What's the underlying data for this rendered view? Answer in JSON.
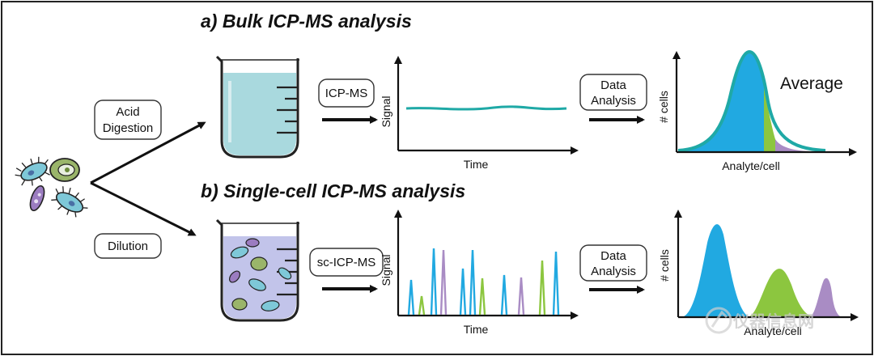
{
  "headings": {
    "bulk": "a) Bulk ICP-MS analysis",
    "single": "b) Single-cell ICP-MS analysis"
  },
  "prep": {
    "acid_digestion": [
      "Acid",
      "Digestion"
    ],
    "dilution": "Dilution"
  },
  "instrument": {
    "bulk": "ICP-MS",
    "single": "sc-ICP-MS"
  },
  "data_analysis": [
    "Data",
    "Analysis"
  ],
  "axes": {
    "signal": "Signal",
    "time": "Time",
    "cells": "# cells",
    "analyte_per_cell": "Analyte/cell"
  },
  "average_label": "Average",
  "watermark": "仪器信息网",
  "colors": {
    "teal": "#1fa9a6",
    "blue": "#21a9e1",
    "green": "#8cc63f",
    "purple": "#a98cc4",
    "liquid_bulk": "#a9d9de",
    "liquid_single": "#c2c4ea"
  }
}
